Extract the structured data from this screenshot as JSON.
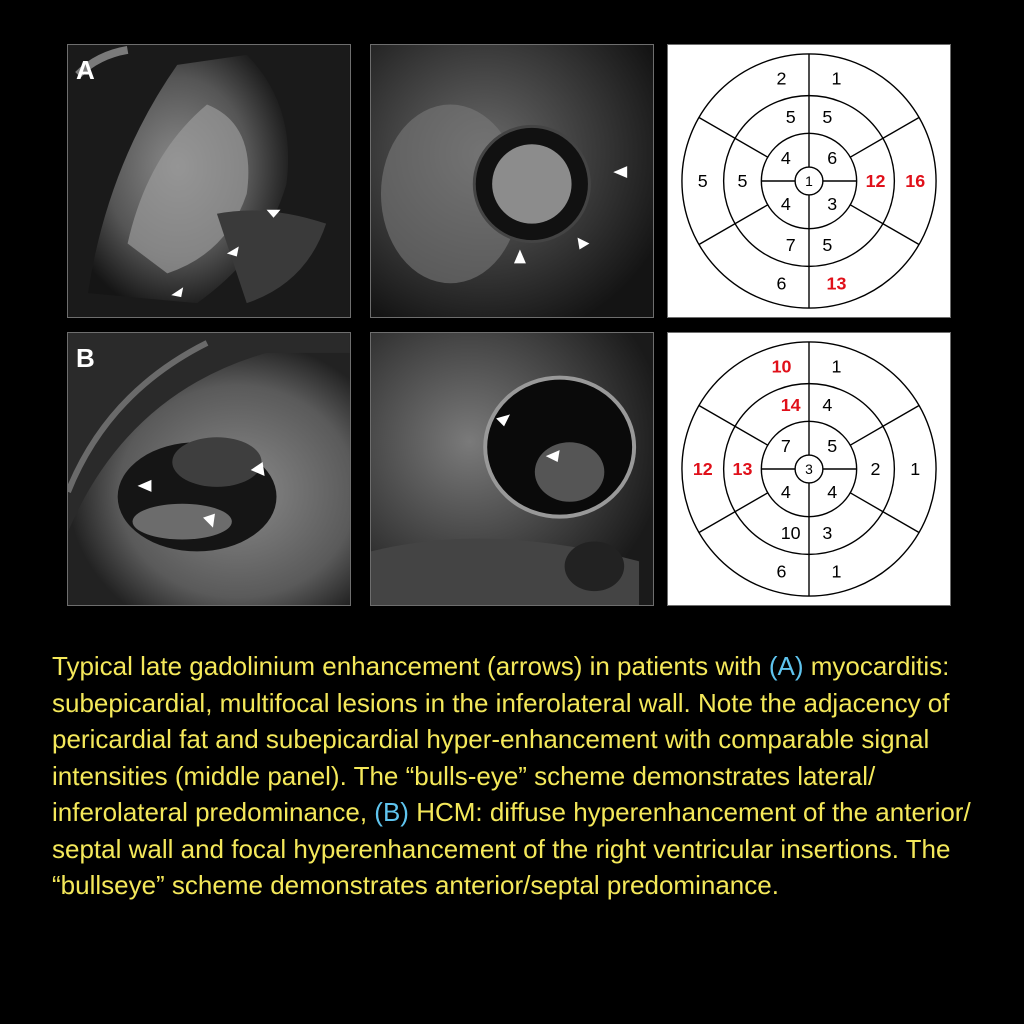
{
  "panels": {
    "a_label": "A",
    "b_label": "B"
  },
  "bullseye_a": {
    "outer": [
      "2",
      "1",
      "16",
      "13",
      "6",
      "5"
    ],
    "outer_red": [
      false,
      false,
      true,
      true,
      false,
      false
    ],
    "mid": [
      "5",
      "5",
      "12",
      "5",
      "7",
      "5"
    ],
    "mid_red": [
      false,
      false,
      true,
      false,
      false,
      false
    ],
    "inner": [
      "6",
      "3",
      "4",
      "4"
    ],
    "inner_red": [
      false,
      false,
      false,
      false
    ],
    "apex": "1"
  },
  "bullseye_b": {
    "outer": [
      "10",
      "1",
      "1",
      "1",
      "6",
      "12"
    ],
    "outer_red": [
      true,
      false,
      false,
      false,
      false,
      true
    ],
    "mid": [
      "14",
      "4",
      "2",
      "3",
      "10",
      "13"
    ],
    "mid_red": [
      true,
      false,
      false,
      false,
      false,
      true
    ],
    "inner": [
      "5",
      "4",
      "4",
      "7"
    ],
    "inner_red": [
      false,
      false,
      false,
      false
    ],
    "apex": "3"
  },
  "caption": {
    "part1": "Typical late gadolinium enhancement (arrows) in patients with ",
    "marker_a": "(A)",
    "part2": " myocarditis: subepicardial, multifocal lesions in the inferolateral wall. Note the adjacency of pericardial fat and subepicardial hyper-enhancement with comparable signal intensities (middle panel). The “bulls-eye” scheme demonstrates lateral/ inferolateral predominance, ",
    "marker_b": "(B)",
    "part3": " HCM: diffuse hyperenhancement of the anterior/ septal wall and focal hyperenhancement of the right ventricular insertions. The “bullseye” scheme demonstrates anterior/septal predominance."
  },
  "colors": {
    "caption_text": "#f4e85a",
    "caption_marker": "#5fc4ee",
    "red_value": "#e0101a"
  }
}
